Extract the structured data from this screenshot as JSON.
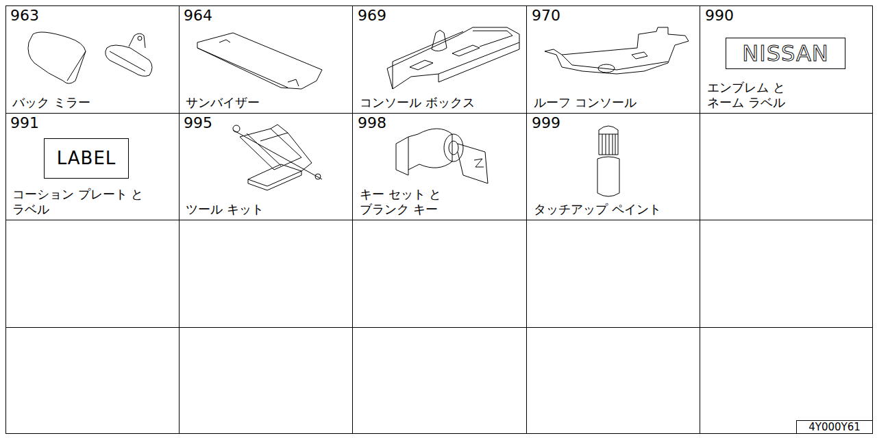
{
  "diagram": {
    "labels": [
      "963",
      "バック ミラー",
      "964",
      "サンバイザー",
      "969",
      "コンソール ボックス",
      "970",
      "ルーフ コンソール",
      "990",
      "NISSAN",
      "エンブレム と ネーム ラベル",
      "991",
      "LABEL",
      "コーション プレート と ラベル",
      "995",
      "ツール キット",
      "998",
      "キー セット と ブランク キー",
      "999",
      "タッチアップ ペイント",
      "4Y000Y61"
    ]
  }
}
